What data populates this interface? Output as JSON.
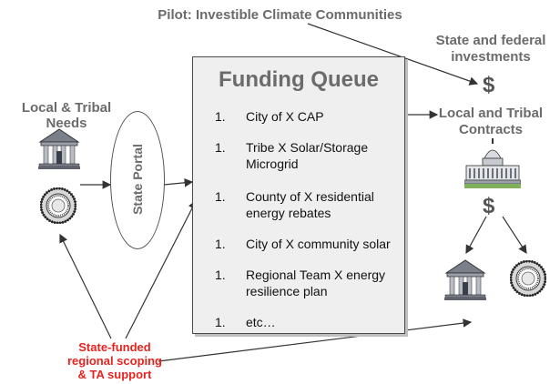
{
  "title": "Pilot: Investible Climate Communities",
  "left_needs": {
    "line1": "Local & Tribal",
    "line2": "Needs"
  },
  "state_portal": "State Portal",
  "funding_queue": {
    "title": "Funding Queue",
    "items": [
      {
        "num": "1.",
        "line1": "City of X CAP",
        "line2": ""
      },
      {
        "num": "1.",
        "line1": "Tribe X Solar/Storage",
        "line2": "Microgrid"
      },
      {
        "num": "1.",
        "line1": "County of X residential",
        "line2": "energy rebates"
      },
      {
        "num": "1.",
        "line1": "City of X community solar",
        "line2": ""
      },
      {
        "num": "1.",
        "line1": "Regional Team X energy",
        "line2": "resilience plan"
      },
      {
        "num": "1.",
        "line1": "etc…",
        "line2": ""
      }
    ]
  },
  "state_investments": {
    "line1": "State and federal",
    "line2": "investments"
  },
  "dollar": "$",
  "contracts": {
    "line1": "Local and Tribal",
    "line2": "Contracts"
  },
  "support": {
    "line1": "State-funded",
    "line2": "regional scoping",
    "line3": "& TA support"
  },
  "colors": {
    "label_gray": "#6b6b6b",
    "support_red": "#e8231f",
    "queue_fill": "#efefef"
  },
  "icons": [
    "courthouse-icon",
    "tribal-seal-icon",
    "capitol-building-icon"
  ]
}
